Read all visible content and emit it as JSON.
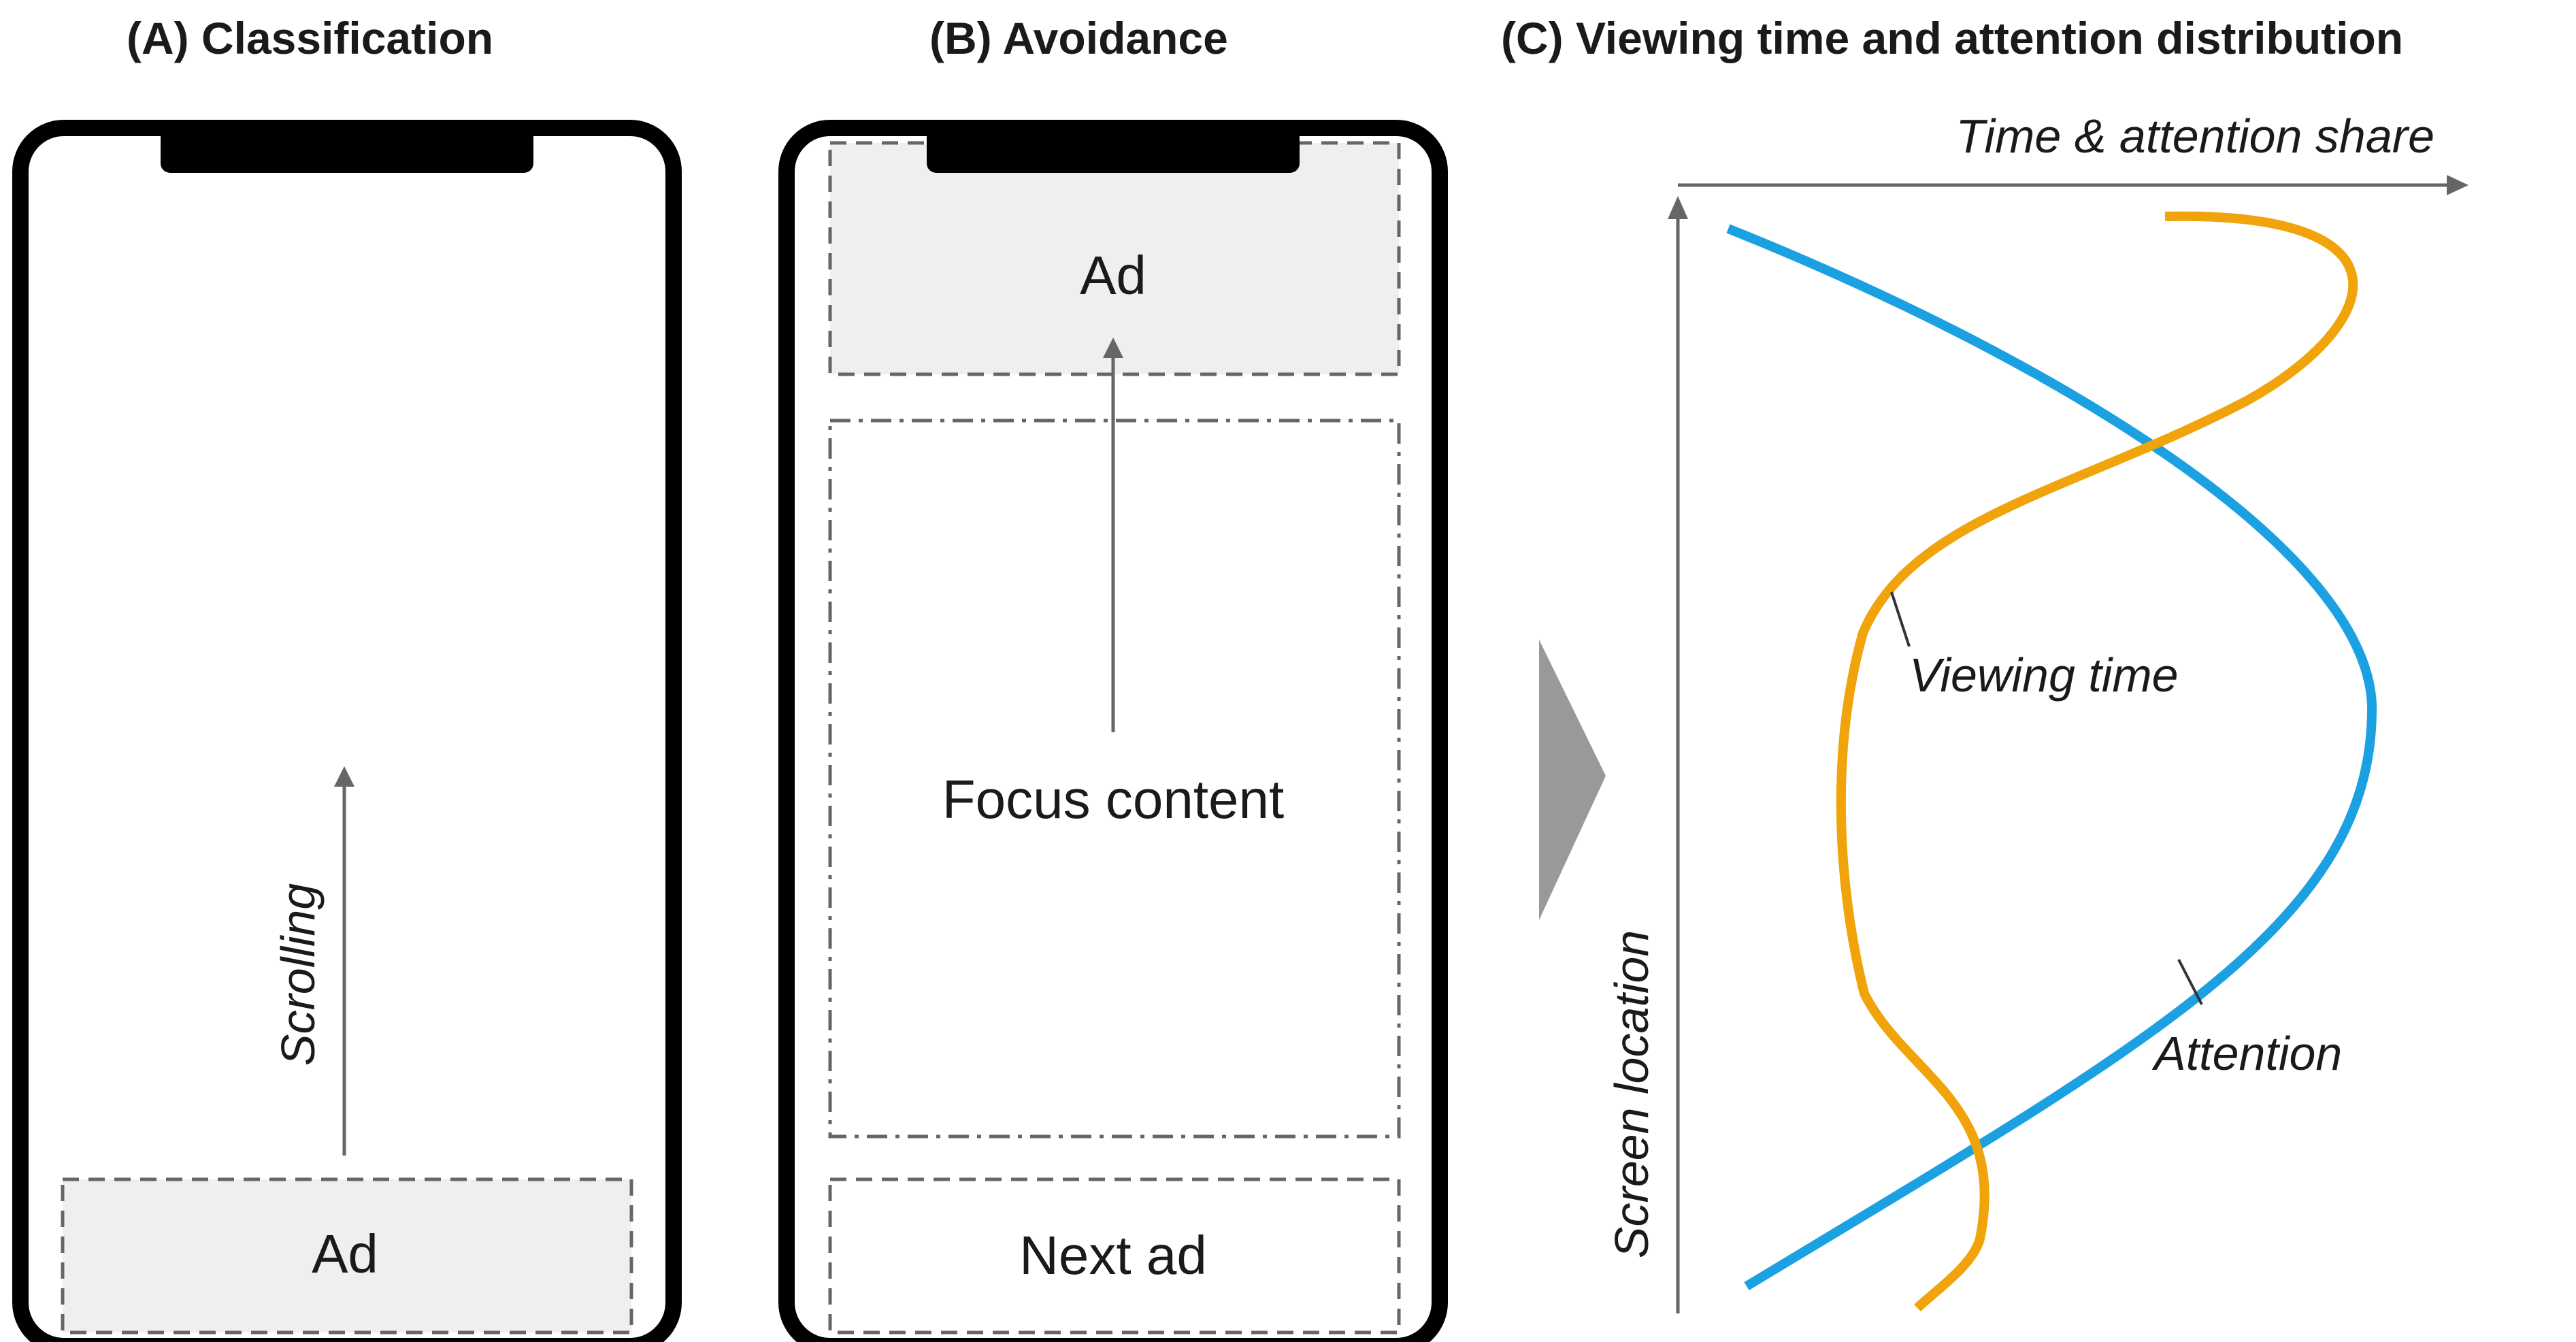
{
  "panels": {
    "a": {
      "title": "(A) Classification",
      "ad_label": "Ad",
      "scroll_label": "Scrolling"
    },
    "b": {
      "title": "(B) Avoidance",
      "ad_label": "Ad",
      "focus_label": "Focus content",
      "next_ad_label": "Next ad"
    },
    "c": {
      "title": "(C) Viewing time and attention distribution",
      "x_axis_label": "Time & attention share",
      "y_axis_label": "Screen location",
      "viewing_time_label": "Viewing time",
      "attention_label": "Attention"
    }
  },
  "colors": {
    "viewing_time": "#F0A30A",
    "attention": "#1BA1E2",
    "ad_fill": "#EFEFEF",
    "frame": "#000000",
    "chevron": "#999999"
  },
  "icons": {
    "transition": "chevron-right-icon"
  }
}
